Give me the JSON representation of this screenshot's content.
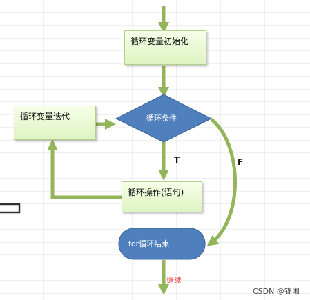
{
  "nodes": {
    "init": "循环变量初始化",
    "condition": "循环条件",
    "iterate": "循环变量迭代",
    "body": "循环操作(语句)",
    "end": "for循环结束"
  },
  "edges": {
    "true_label": "T",
    "false_label": "F",
    "continue_label": "继续"
  },
  "watermark": "CSDN @锦湘",
  "colors": {
    "arrow": "#93b55a",
    "box_fill": "#e6f6cf",
    "shape_fill": "#4f7fbc",
    "continue_text": "#e8332f"
  }
}
